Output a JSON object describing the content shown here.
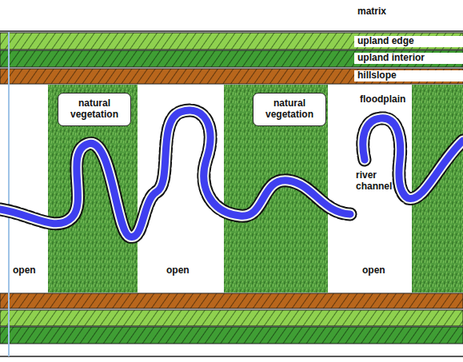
{
  "diagram": {
    "nodes": [
      {
        "text": [
          "natural vegetation"
        ]
      },
      {
        "text": [
          "natural vegetation"
        ]
      }
    ],
    "labels": [
      "matrix",
      "upland edge",
      "upland interior",
      "hillslope",
      "floodplain",
      "river channel",
      "open",
      "open",
      "open"
    ]
  }
}
